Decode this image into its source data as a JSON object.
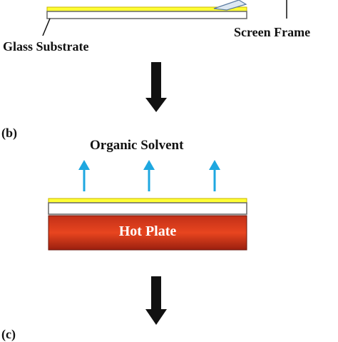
{
  "labels": {
    "glass_substrate": "Glass Substrate",
    "screen_frame": "Screen Frame",
    "panel_b": "(b)",
    "panel_c": "(c)",
    "organic_solvent": "Organic Solvent",
    "hot_plate": "Hot Plate"
  },
  "colors": {
    "film_yellow": "#ffff33",
    "film_border": "#c8b400",
    "substrate_fill": "#ffffff",
    "substrate_border": "#777777",
    "arrow_blue": "#1ea7e0",
    "hot_plate_dark": "#8e1a0e",
    "hot_plate_light": "#e03a1e",
    "hot_plate_text": "#ffffff",
    "step_arrow": "#111111"
  },
  "icons": {
    "step_arrow": "down-arrow-icon",
    "vapor_arrow": "up-arrow-icon"
  }
}
